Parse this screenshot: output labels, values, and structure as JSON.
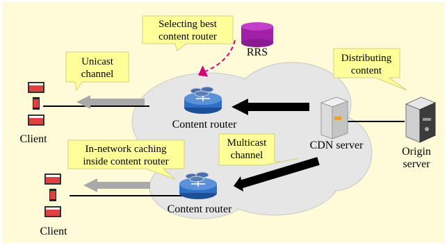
{
  "labels": {
    "selecting_line1": "Selecting best",
    "selecting_line2": "content router",
    "rrs": "RRS",
    "distributing_line1": "Distributing",
    "distributing_line2": "content",
    "unicast_line1": "Unicast",
    "unicast_line2": "channel",
    "content_router_top": "Content router",
    "cdn_server": "CDN server",
    "origin_line1": "Origin",
    "origin_line2": "server",
    "client_top": "Client",
    "caching_line1": "In-network caching",
    "caching_line2": "inside content router",
    "multicast_line1": "Multicast",
    "multicast_line2": "channel",
    "content_router_bottom": "Content router",
    "client_bottom": "Client"
  },
  "colors": {
    "panel_background": "#fffbd9",
    "callout_fill": "#ffff99",
    "cloud_fill": "#e6e6e6",
    "router_blue": "#2f6fc6",
    "rrs_purple": "#a020a8",
    "dashed_arrow": "#d6007a",
    "unicast_arrow": "#a9a9a9",
    "data_arrow": "#000000"
  }
}
